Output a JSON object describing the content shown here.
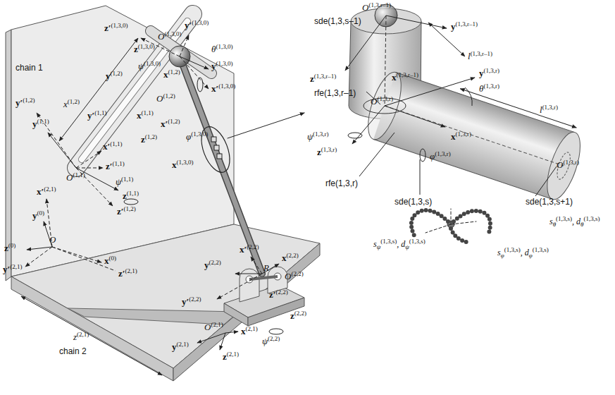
{
  "diagram": {
    "labels": [
      "chain 1",
      "z′(1,3,0)",
      "y′(1,3,0)",
      "O(1,3,0)",
      "z(1,3,0)",
      "θ(1,3,0)",
      "ψ(1,3,0)",
      "y(1,3,0)",
      "x(1,2)",
      "y(1,2)",
      "x′(1,3,0)",
      "y′(1,2)",
      "x(1,2)",
      "O(1,2)",
      "y′(1,1)",
      "x(1,1)",
      "y(1,1)",
      "x′(1,2)",
      "φ(1,3,0)",
      "z(1,2)",
      "x′(1,1)",
      "x(1,3,0)",
      "z′(1,1)",
      "O(1,1)",
      "ψ(1,1)",
      "x′(2,1)",
      "z(1,1)",
      "z′(1,2)",
      "y(0)",
      "O",
      "z(0)",
      "x(0)",
      "x′(2,2)",
      "x(2,2)",
      "y′(2,1)",
      "R",
      "z′(2,1)",
      "y(2,2)",
      "O(2,2)",
      "y′(2,2)",
      "z′(2,2)",
      "z(2,2)",
      "z(2,1)",
      "x(2,1)",
      "ψ(2,2)",
      "y(2,1)",
      "O(2,1)",
      "chain 2",
      "z(2,1)",
      "O(1,3,r–1)",
      "sde(1,3,s–1)",
      "y(1,3,r–1)",
      "l(1,3,r–1)",
      "z(1,3,r–1)",
      "x(1,3,r–1)",
      "y(1,3,r)",
      "θ(1,3,r)",
      "rfe(1,3,r–1)",
      "O(1,3,r)",
      "l(1,3,r)",
      "ψ(1,3,r)",
      "x(1,3,r)",
      "z(1,3,r)",
      "φ(1,3,r)",
      "O(1,3,r)",
      "rfe(1,3,r)",
      "sde(1,3,s+1)",
      "sde(1,3,s)",
      "sθ(1,3,s), dθ(1,3,s)",
      "sψ(1,3,s), dψ(1,3,s)",
      "sφ(1,3,s), dφ(1,3,s)"
    ]
  }
}
